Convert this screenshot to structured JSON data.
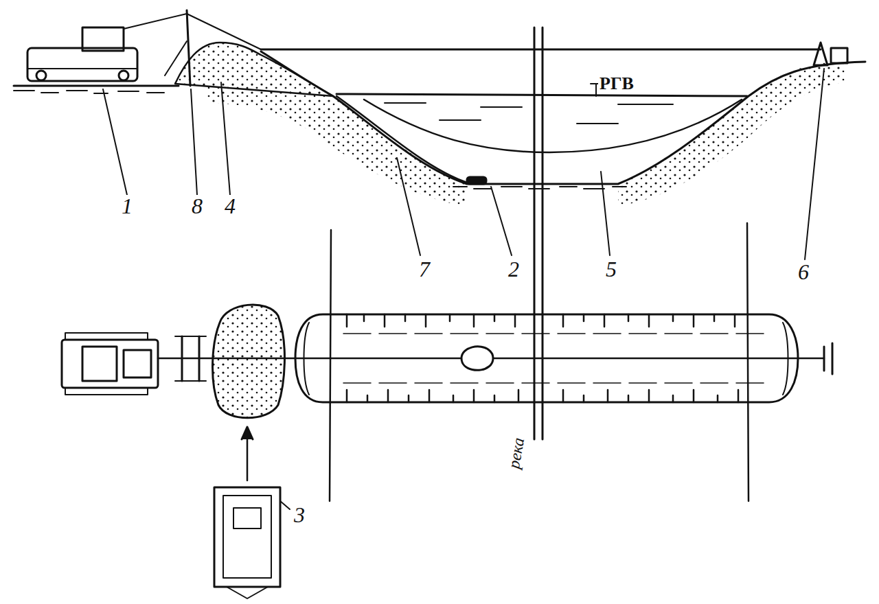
{
  "diagram": {
    "labels": [
      "РГВ",
      "1",
      "8",
      "4",
      "7",
      "2",
      "5",
      "6",
      "3",
      "река"
    ]
  }
}
